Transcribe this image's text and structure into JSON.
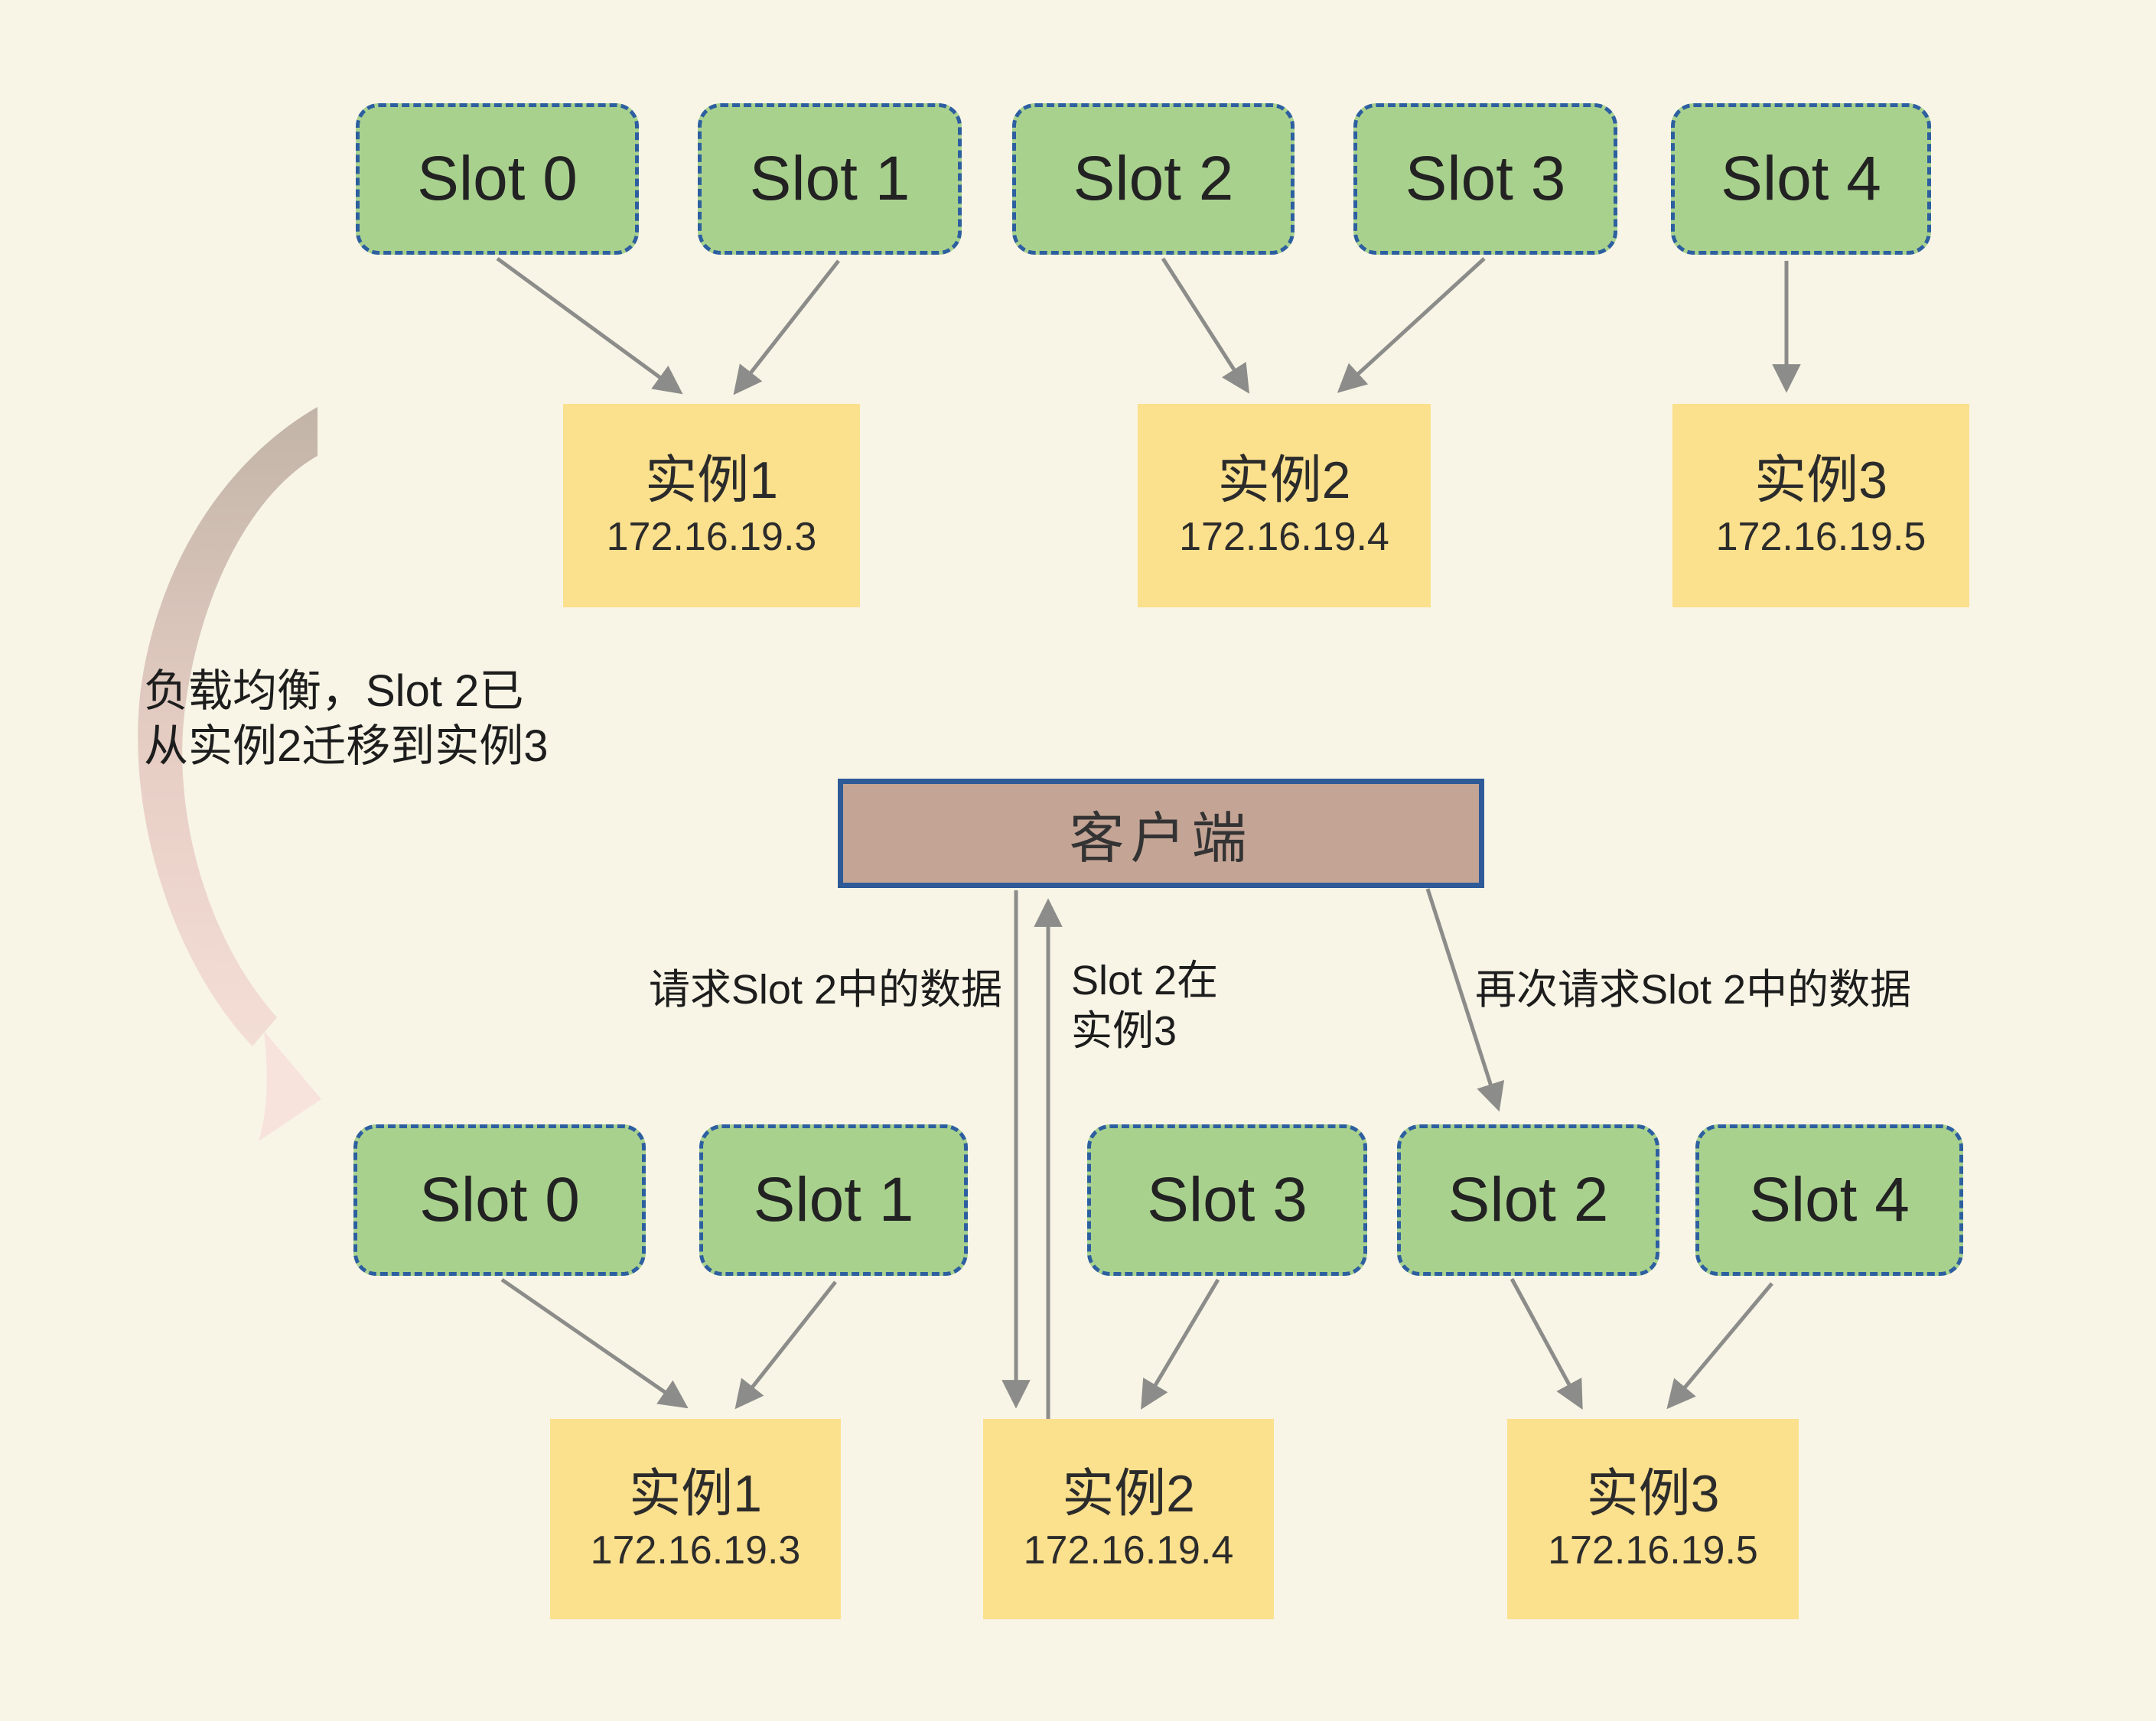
{
  "colors": {
    "background": "#F8F5E6",
    "slot_fill": "#A9D18E",
    "slot_border": "#2D5FA0",
    "instance_fill": "#FBE08D",
    "client_fill": "#C4A495",
    "client_border": "#2E5B97",
    "arrow": "#8C8C8A",
    "text": "#262626"
  },
  "before": {
    "slots": [
      {
        "label": "Slot 0"
      },
      {
        "label": "Slot 1"
      },
      {
        "label": "Slot 2"
      },
      {
        "label": "Slot 3"
      },
      {
        "label": "Slot 4"
      }
    ],
    "instances": [
      {
        "name": "实例1",
        "ip": "172.16.19.3"
      },
      {
        "name": "实例2",
        "ip": "172.16.19.4"
      },
      {
        "name": "实例3",
        "ip": "172.16.19.5"
      }
    ]
  },
  "client": {
    "label": "客户端"
  },
  "after": {
    "slots": [
      {
        "label": "Slot 0"
      },
      {
        "label": "Slot 1"
      },
      {
        "label": "Slot 3"
      },
      {
        "label": "Slot 2"
      },
      {
        "label": "Slot 4"
      }
    ],
    "instances": [
      {
        "name": "实例1",
        "ip": "172.16.19.3"
      },
      {
        "name": "实例2",
        "ip": "172.16.19.4"
      },
      {
        "name": "实例3",
        "ip": "172.16.19.5"
      }
    ]
  },
  "annotations": {
    "migration_note_line1": "负载均衡，Slot 2已",
    "migration_note_line2": "从实例2迁移到实例3",
    "request_label": "请求Slot 2中的数据",
    "slot2_location_line1": "Slot 2在",
    "slot2_location_line2": "实例3",
    "retry_label": "再次请求Slot 2中的数据"
  }
}
